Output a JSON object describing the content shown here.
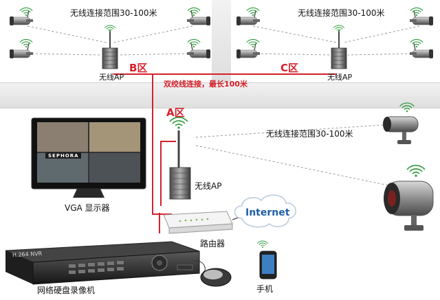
{
  "zones": {
    "a": "A区",
    "b": "B区",
    "c": "C区"
  },
  "labels": {
    "range_top_left": "无线连接范围30-100米",
    "range_top_right": "无线连接范围30-100米",
    "range_middle": "无线连接范围30-100米",
    "ap_b": "无线AP",
    "ap_c": "无线AP",
    "ap_a": "无线AP",
    "cable": "双绞线连接，最长100米",
    "monitor": "VGA 显示器",
    "router": "路由器",
    "nvr": "网络硬盘录像机",
    "phone": "手机",
    "internet": "Internet",
    "nvr_badge": "H.264 NVR",
    "sephora": "SEPHORA"
  },
  "colors": {
    "zone_text": "#d4202a",
    "cable": "#d4202a",
    "wireless_dash": "#9a9a9a",
    "building": "#e8e8e8",
    "internet_cloud": "#ffffff",
    "internet_text": "#1f5fa8"
  },
  "icons": [
    "camera-icon",
    "wireless-ap-icon",
    "monitor-icon",
    "router-icon",
    "nvr-icon",
    "mouse-icon",
    "phone-icon",
    "cloud-icon",
    "wifi-signal-icon"
  ]
}
